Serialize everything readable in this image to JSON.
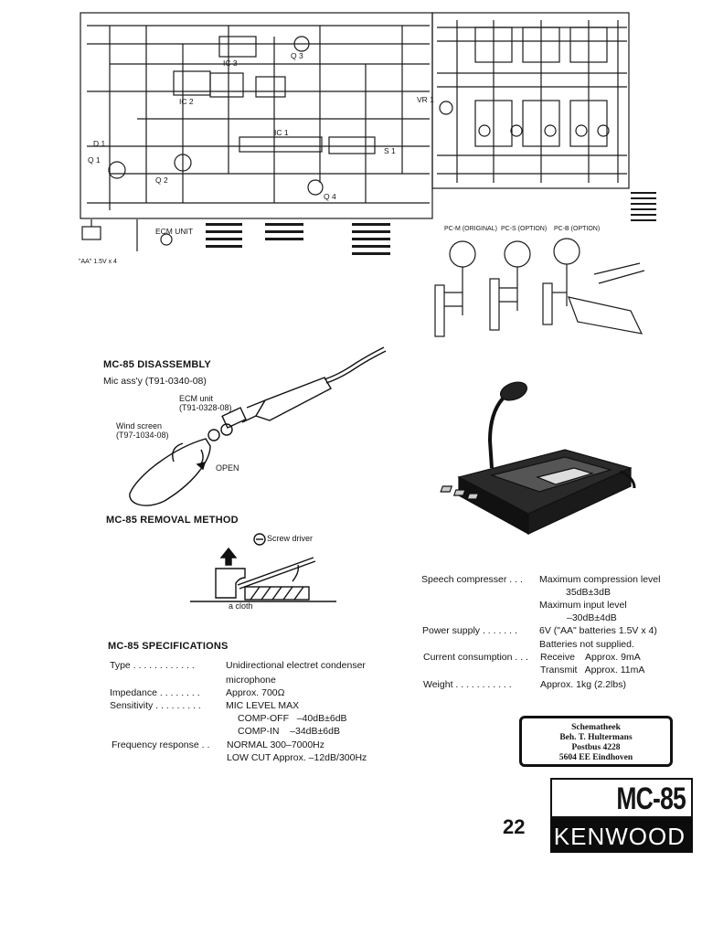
{
  "schematic_refs": [
    {
      "id": "q1",
      "text": "Q 1"
    },
    {
      "id": "q2",
      "text": "Q 2"
    },
    {
      "id": "q3",
      "text": "Q 3"
    },
    {
      "id": "q4",
      "text": "Q 4"
    },
    {
      "id": "ic1",
      "text": "IC 1"
    },
    {
      "id": "ic2",
      "text": "IC 2"
    },
    {
      "id": "ic3",
      "text": "IC 3"
    },
    {
      "id": "vr1",
      "text": "VR 1"
    },
    {
      "id": "s1",
      "text": "S 1"
    },
    {
      "id": "ecm",
      "text": "ECM UNIT"
    },
    {
      "id": "aa",
      "text": "\"AA\" 1.5V x 4"
    },
    {
      "id": "d1",
      "text": "D 1"
    }
  ],
  "connector_labels": [
    {
      "id": "pcm",
      "text": "PC-M (ORIGINAL)"
    },
    {
      "id": "pcs",
      "text": "PC-S (OPTION)"
    },
    {
      "id": "pcb",
      "text": "PC-B (OPTION)"
    }
  ],
  "disassembly": {
    "title": "MC-85 DISASSEMBLY",
    "mic_assy": "Mic ass'y (T91-0340-08)",
    "ecm_unit": "ECM unit",
    "ecm_part": "(T91-0328-08)",
    "wind_screen": "Wind screen",
    "wind_screen_part": "(T97-1034-08)",
    "open_label": "OPEN"
  },
  "removal": {
    "title": "MC-85 REMOVAL METHOD",
    "screw_driver": "Screw driver",
    "cloth": "a cloth"
  },
  "specifications": {
    "title": "MC-85 SPECIFICATIONS",
    "type_label": "Type . . . . . . . . . . . .",
    "type_line1": "Unidirectional electret condenser",
    "type_line2": "microphone",
    "impedance_label": "Impedance . . . . . . . .",
    "impedance_value": "Approx. 700Ω",
    "sensitivity_label": "Sensitivity . . . . . . . . .",
    "sensitivity_value": "MIC LEVEL MAX",
    "comp_off": "COMP-OFF   –40dB±6dB",
    "comp_in": "COMP-IN    –34dB±6dB",
    "frequency_label": "Frequency response  . .",
    "frequency_normal": "NORMAL  300–7000Hz",
    "frequency_lowcut": "LOW CUT  Approx. –12dB/300Hz",
    "speech_label": "Speech compresser  . . .",
    "speech_line1": "Maximum compression level",
    "speech_line2": "35dB±3dB",
    "speech_line3": "Maximum input level",
    "speech_line4": "–30dB±4dB",
    "power_label": "Power supply  . . . . . . .",
    "power_line1": "6V (\"AA\" batteries 1.5V x 4)",
    "power_line2": "Batteries not supplied.",
    "current_label": "Current consumption  . . .",
    "current_receive": "Receive    Approx. 9mA",
    "current_transmit": "Transmit   Approx. 11mA",
    "weight_label": "Weight  . . . . . . . . . . .",
    "weight_value": "Approx. 1kg (2.2lbs)"
  },
  "stamp": {
    "line1": "Schematheek",
    "line2": "Beh. T. Hultermans",
    "line3": "Postbus 4228",
    "line4": "5604 EE  Eindhoven"
  },
  "footer": {
    "page_number": "22",
    "model": "MC-85",
    "brand": "KENWOOD"
  }
}
